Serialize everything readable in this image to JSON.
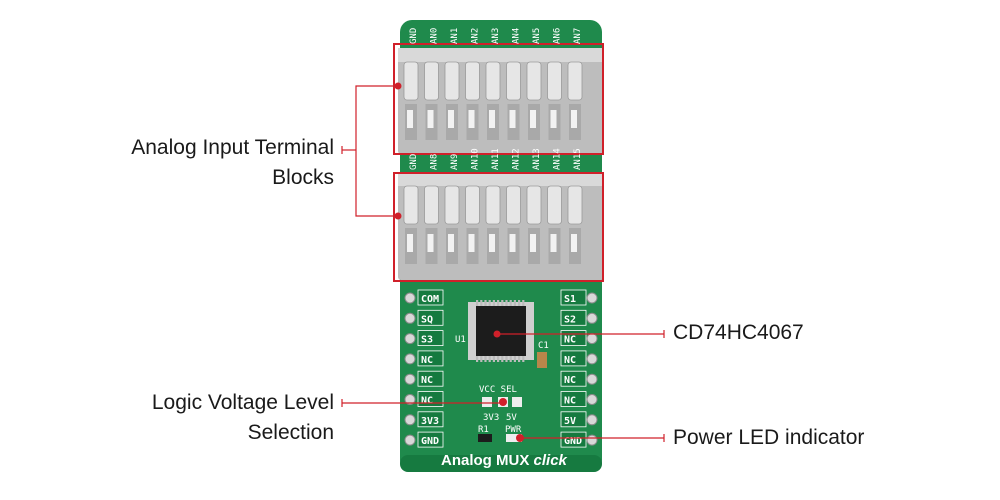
{
  "callouts": {
    "analog_input": [
      "Analog Input Terminal",
      "Blocks"
    ],
    "logic_voltage": [
      "Logic Voltage Level",
      "Selection"
    ],
    "chip": "CD74HC4067",
    "power_led": "Power LED indicator"
  },
  "board": {
    "name": "Analog MUX click",
    "name_main": "Analog MUX",
    "name_click": "click",
    "top_terminal_labels": [
      "GND",
      "AN0",
      "AN1",
      "AN2",
      "AN3",
      "AN4",
      "AN5",
      "AN6",
      "AN7"
    ],
    "mid_terminal_labels": [
      "GND",
      "AN8",
      "AN9",
      "AN10",
      "AN11",
      "AN12",
      "AN13",
      "AN14",
      "AN15"
    ],
    "left_pins": [
      "COM",
      "SQ",
      "S3",
      "NC",
      "NC",
      "NC",
      "3V3",
      "GND"
    ],
    "right_pins": [
      "S1",
      "S2",
      "NC",
      "NC",
      "NC",
      "NC",
      "5V",
      "GND"
    ],
    "u1": "U1",
    "c1": "C1",
    "vcc_sel": "VCC SEL",
    "v33": "3V3",
    "v5": "5V",
    "r1": "R1",
    "pwr": "PWR"
  },
  "colors": {
    "pcb": "#1f8a4c",
    "pcb_dark": "#157a3f",
    "callout_line": "#d0202a",
    "terminal": "#c8c8c8"
  }
}
